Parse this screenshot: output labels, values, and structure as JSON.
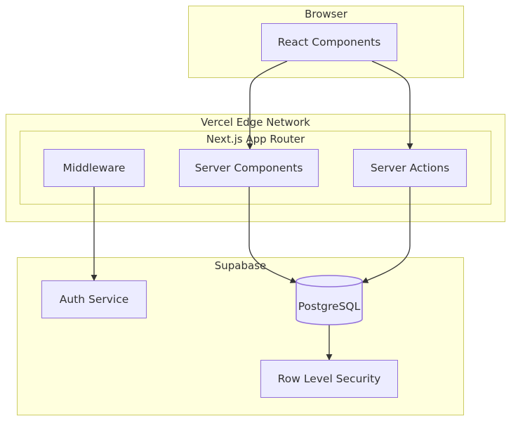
{
  "clusters": {
    "browser": "Browser",
    "vercel": "Vercel Edge Network",
    "nextjs": "Next.js App Router",
    "supabase": "Supabase"
  },
  "nodes": {
    "react": "React Components",
    "middleware": "Middleware",
    "server_components": "Server Components",
    "server_actions": "Server Actions",
    "auth": "Auth Service",
    "postgres": "PostgreSQL",
    "rls": "Row Level Security"
  },
  "colors": {
    "cluster_fill": "#ffffde",
    "cluster_border": "#cccc66",
    "node_fill": "#ececff",
    "node_border": "#9370db",
    "edge": "#333333"
  }
}
